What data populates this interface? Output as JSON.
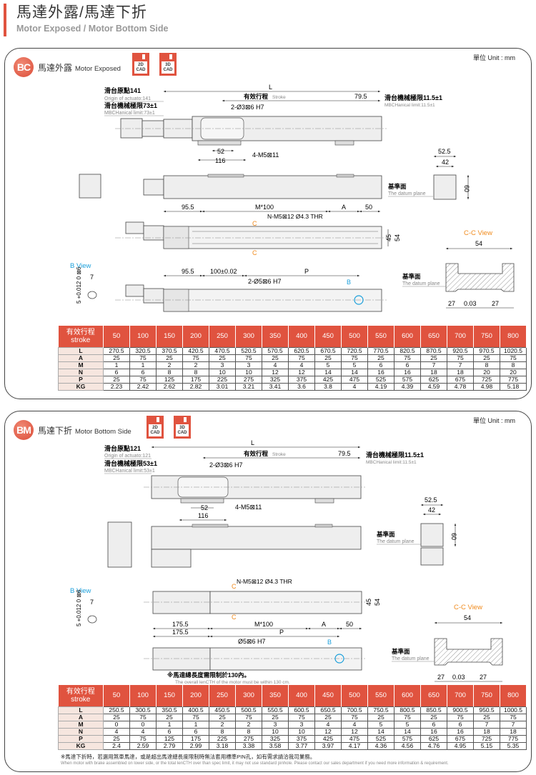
{
  "header": {
    "title": "馬達外露/馬達下折",
    "subtitle": "Motor Exposed / Motor Bottom Side"
  },
  "unit_label": "單位 Unit : mm",
  "colors": {
    "accent": "#e0533f",
    "view_orange": "#f08a1c",
    "view_blue": "#1a9fdb"
  },
  "cad_buttons": [
    {
      "line1": "2D",
      "line2": "CAD"
    },
    {
      "line1": "3D",
      "line2": "CAD"
    }
  ],
  "table_header_label": {
    "zh": "有效行程",
    "en": "stroke"
  },
  "row_labels": [
    "L",
    "A",
    "M",
    "N",
    "P",
    "KG"
  ],
  "strokes": [
    "50",
    "100",
    "150",
    "200",
    "250",
    "300",
    "350",
    "400",
    "450",
    "500",
    "550",
    "600",
    "650",
    "700",
    "750",
    "800"
  ],
  "sections": [
    {
      "code": "BC",
      "title_zh": "馬達外露",
      "title_en": "Motor Exposed",
      "labels": {
        "origin_zh": "滑台原點141",
        "origin_en": "Origin of actuato:141",
        "mech_limit_left_zh": "滑台機械極限73±1",
        "mech_limit_left_en": "MBCHanical limit:73±1",
        "mech_limit_right_zh": "滑台機械極限11.5±1",
        "mech_limit_right_en": "MBCHanical limit:11.5±1",
        "L": "L",
        "stroke_zh": "有效行程",
        "stroke_en": "Stroke",
        "dim_79_5": "79.5",
        "pin_hole": "2-Ø3⊠6 H7",
        "dim_52": "52",
        "dim_116": "116",
        "tap": "4-M5⊠11",
        "dim_52_5": "52.5",
        "dim_42": "42",
        "dim_60": "60",
        "datum_zh": "基準面",
        "datum_en": "The datum plane",
        "dim_95_5a": "95.5",
        "m100": "M*100",
        "dim_A": "A",
        "dim_50": "50",
        "thread": "N-M5⊠12 Ø4.3 THR",
        "dim_45": "45",
        "dim_54": "54",
        "c_mark": "C",
        "cc_view": "C-C View",
        "cc_54": "54",
        "cc_27a": "27",
        "cc_003": "0.03",
        "cc_27b": "27",
        "b_view": "B View",
        "b_7": "7",
        "b_tol": "5 +0.012 0 ⊠6",
        "dim_95_5b": "95.5",
        "pitch": "100±0.02",
        "P": "P",
        "pin2": "2-Ø5⊠6 H7",
        "b_mark": "B"
      },
      "rows": {
        "L": [
          "270.5",
          "320.5",
          "370.5",
          "420.5",
          "470.5",
          "520.5",
          "570.5",
          "620.5",
          "670.5",
          "720.5",
          "770.5",
          "820.5",
          "870.5",
          "920.5",
          "970.5",
          "1020.5"
        ],
        "A": [
          "25",
          "75",
          "25",
          "75",
          "25",
          "75",
          "25",
          "75",
          "25",
          "75",
          "25",
          "75",
          "25",
          "75",
          "25",
          "75"
        ],
        "M": [
          "1",
          "1",
          "2",
          "2",
          "3",
          "3",
          "4",
          "4",
          "5",
          "5",
          "6",
          "6",
          "7",
          "7",
          "8",
          "8"
        ],
        "N": [
          "6",
          "6",
          "8",
          "8",
          "10",
          "10",
          "12",
          "12",
          "14",
          "14",
          "16",
          "16",
          "18",
          "18",
          "20",
          "20"
        ],
        "P": [
          "25",
          "75",
          "125",
          "175",
          "225",
          "275",
          "325",
          "375",
          "425",
          "475",
          "525",
          "575",
          "625",
          "675",
          "725",
          "775"
        ],
        "KG": [
          "2.23",
          "2.42",
          "2.62",
          "2.82",
          "3.01",
          "3.21",
          "3.41",
          "3.6",
          "3.8",
          "4",
          "4.19",
          "4.39",
          "4.59",
          "4.78",
          "4.98",
          "5.18"
        ]
      }
    },
    {
      "code": "BM",
      "title_zh": "馬達下折",
      "title_en": "Motor Bottom Side",
      "labels": {
        "origin_zh": "滑台原點121",
        "origin_en": "Origin of actuato:121",
        "mech_limit_left_zh": "滑台機械極限53±1",
        "mech_limit_left_en": "MBCHanical limit:53±1",
        "mech_limit_right_zh": "滑台機械極限11.5±1",
        "mech_limit_right_en": "MBCHanical limit:11.5±1",
        "L": "L",
        "stroke_zh": "有效行程",
        "stroke_en": "Stroke",
        "dim_79_5": "79.5",
        "pin_hole": "2-Ø3⊠6 H7",
        "dim_52": "52",
        "dim_116": "116",
        "tap": "4-M5⊠11",
        "dim_52_5": "52.5",
        "dim_42": "42",
        "dim_60": "60",
        "datum_zh": "基準面",
        "datum_en": "The datum plane",
        "thread": "N-M5⊠12 Ø4.3 THR",
        "dim_45": "45",
        "dim_54": "54",
        "c_mark": "C",
        "dim_175_5a": "175.5",
        "dim_175_5b": "175.5",
        "m100": "M*100",
        "dim_A": "A",
        "dim_50": "50",
        "P": "P",
        "pin2": "Ø5⊠6 H7",
        "b_mark": "B",
        "motor_note_zh": "※馬達總長度需限制於130內。",
        "motor_note_en": "The overall lenCTH of the motor must be within 130 cm.",
        "cc_view": "C-C View",
        "cc_54": "54",
        "cc_27a": "27",
        "cc_003": "0.03",
        "cc_27b": "27",
        "b_view": "B View",
        "b_7": "7",
        "b_tol": "5 +0.012 0 ⊠6"
      },
      "rows": {
        "L": [
          "250.5",
          "300.5",
          "350.5",
          "400.5",
          "450.5",
          "500.5",
          "550.5",
          "600.5",
          "650.5",
          "700.5",
          "750.5",
          "800.5",
          "850.5",
          "900.5",
          "950.5",
          "1000.5"
        ],
        "A": [
          "25",
          "75",
          "25",
          "75",
          "25",
          "75",
          "25",
          "75",
          "25",
          "75",
          "25",
          "75",
          "25",
          "75",
          "25",
          "75"
        ],
        "M": [
          "0",
          "0",
          "1",
          "1",
          "2",
          "2",
          "3",
          "3",
          "4",
          "4",
          "5",
          "5",
          "6",
          "6",
          "7",
          "7"
        ],
        "N": [
          "4",
          "4",
          "6",
          "6",
          "8",
          "8",
          "10",
          "10",
          "12",
          "12",
          "14",
          "14",
          "16",
          "16",
          "18",
          "18"
        ],
        "P": [
          "25",
          "75",
          "125",
          "175",
          "225",
          "275",
          "325",
          "375",
          "425",
          "475",
          "525",
          "575",
          "625",
          "675",
          "725",
          "775"
        ],
        "KG": [
          "2.4",
          "2.59",
          "2.79",
          "2.99",
          "3.18",
          "3.38",
          "3.58",
          "3.77",
          "3.97",
          "4.17",
          "4.36",
          "4.56",
          "4.76",
          "4.95",
          "5.15",
          "5.35"
        ]
      },
      "footnote_zh": "※馬達下折時，若選用煞車馬達，或是超出馬達總長度限制時無法套用標準PIN孔，如有需求請洽我司業務。",
      "footnote_en": "When motor with brake assembled on lower side, or the total lenCTH over than spec limit, it may not use standard pinhole. Please contact our sales department if you need more information & requirement."
    }
  ]
}
